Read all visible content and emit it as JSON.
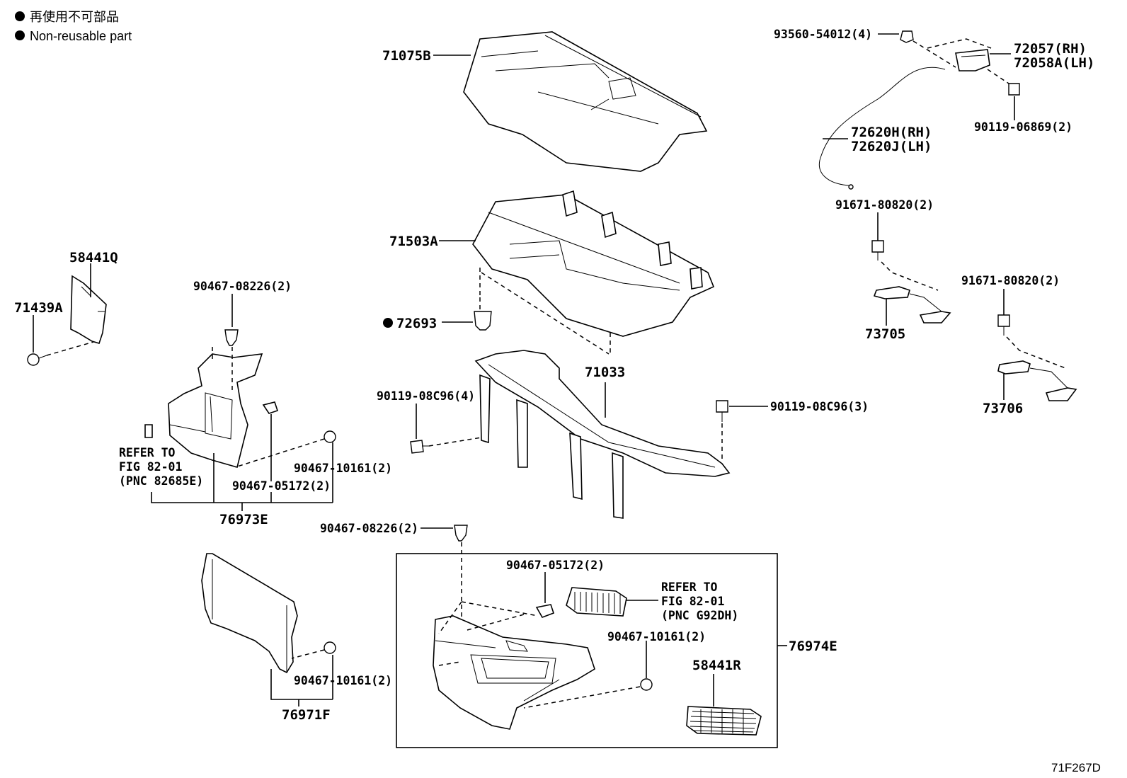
{
  "legend": {
    "japanese": "再使用不可部品",
    "english": "Non-reusable part"
  },
  "figure_id": "71F267D",
  "parts": {
    "p71075B": "71075B",
    "p71503A": "71503A",
    "p72693": "72693",
    "p71033": "71033",
    "p58441Q": "58441Q",
    "p71439A": "71439A",
    "p90467_08226_a": "90467-08226(2)",
    "p90467_10161_a": "90467-10161(2)",
    "p90467_05172_a": "90467-05172(2)",
    "p76973E": "76973E",
    "p90119_08C96_4": "90119-08C96(4)",
    "p90119_08C96_3": "90119-08C96(3)",
    "p93560": "93560-54012(4)",
    "p72057": "72057(RH)",
    "p72058A": "72058A(LH)",
    "p90119_06869": "90119-06869(2)",
    "p72620H": "72620H(RH)",
    "p72620J": "72620J(LH)",
    "p91671_a": "91671-80820(2)",
    "p73705": "73705",
    "p91671_b": "91671-80820(2)",
    "p73706": "73706",
    "p90467_08226_b": "90467-08226(2)",
    "p90467_05172_b": "90467-05172(2)",
    "p90467_10161_b": "90467-10161(2)",
    "p58441R": "58441R",
    "p76974E": "76974E",
    "p90467_10161_c": "90467-10161(2)",
    "p76971F": "76971F"
  },
  "refer_a": {
    "line1": "REFER TO",
    "line2": "FIG 82-01",
    "line3": "(PNC 82685E)"
  },
  "refer_b": {
    "line1": "REFER TO",
    "line2": "FIG 82-01",
    "line3": "(PNC G92DH)"
  }
}
